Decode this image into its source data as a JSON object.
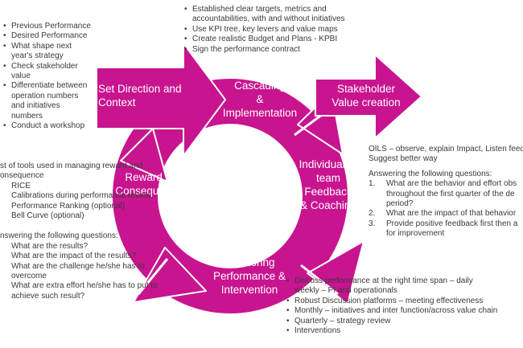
{
  "colors": {
    "shape_fill": "#c8148f",
    "shape_stroke": "#ffffff",
    "label_text": "#ffffff",
    "note_text": "#3a3a3a"
  },
  "labels": {
    "set_direction": [
      "Set Direction and",
      "Context"
    ],
    "cascading": [
      "Cascading",
      "&",
      "Implementation"
    ],
    "stakeholder": [
      "Stakeholder",
      "Value creation"
    ],
    "feedback": [
      "Individual or",
      "team",
      "Feedback",
      "& Coaching"
    ],
    "monitoring": [
      "Monitoring",
      "Performance &",
      "Intervention"
    ],
    "reward": [
      "Reward &",
      "Consequence"
    ]
  },
  "notes": {
    "set_direction_items": [
      "Previous Performance",
      "Desired Performance",
      "What shape next",
      "year's strategy",
      "Check stakeholder",
      "value",
      "Differentiate between",
      "operation numbers",
      "and initiatives",
      "numbers",
      "Conduct a workshop"
    ],
    "cascading_items": [
      "Established clear targets, metrics and",
      "accountabilities, with and without initiatives",
      "Use KPI tree, key levers  and value maps",
      "Create realistic Budget and Plans - KPBI",
      "Sign the performance contract"
    ],
    "feedback_intro_1": "OILS – observe, explain Impact, Listen feed",
    "feedback_intro_2": "Suggest better way",
    "feedback_heading": "Answering the following questions:",
    "feedback_questions": [
      {
        "num": "1.",
        "lines": [
          "What are the behavior and effort obs",
          "throughout the first quarter of the de",
          "period?"
        ]
      },
      {
        "num": "2.",
        "lines": [
          "What are the impact of that behavior"
        ]
      },
      {
        "num": "3.",
        "lines": [
          "Provide positive feedback first then a",
          "for improvement"
        ]
      }
    ],
    "monitoring_items": [
      "Discuss performance at the right time span – daily",
      "weekly – PI and operationals",
      "Robust Discussion platforms – meeting effectiveness",
      "Monthly – initiatives and inter function/across value chain",
      "Quarterly – strategy review",
      "Interventions"
    ],
    "reward_tools_heading_1": "st of tools used in managing reward and",
    "reward_tools_heading_2": "onsequence",
    "reward_tools": [
      "RICE",
      "Calibrations during performance review",
      "Performance Ranking (optional)",
      "Bell Curve (optional)"
    ],
    "reward_questions_heading": "nswering the following questions:",
    "reward_questions": [
      "What are the results?",
      "What are the impact of the results?",
      "What are the challenge he/she has to",
      "overcome",
      "What are extra effort he/she has to put to",
      "achieve such result?"
    ]
  }
}
